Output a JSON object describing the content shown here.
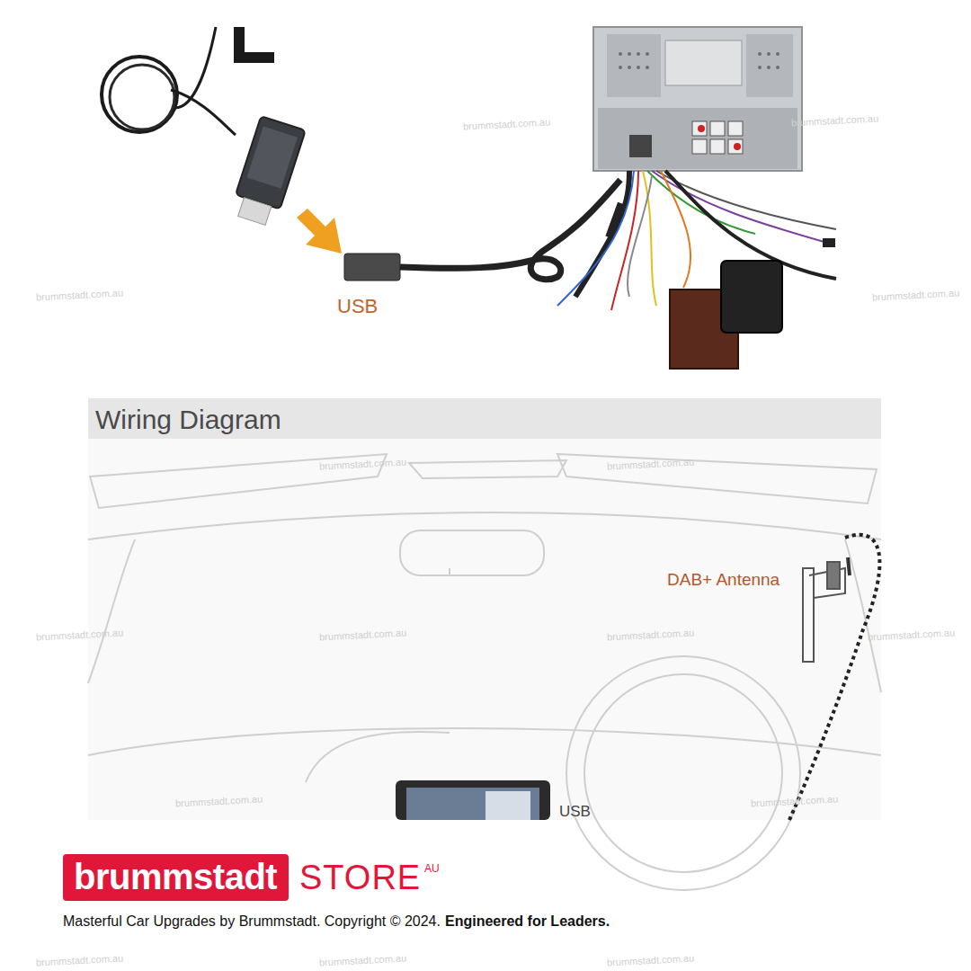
{
  "diagram": {
    "nodes": [
      {
        "text": [
          "Wiring Diagram"
        ]
      },
      {
        "text": [
          "brummstadt"
        ]
      }
    ],
    "labels": [
      "USB",
      "DAB+ Antenna",
      "USB",
      "STORE",
      "AU",
      "Masterful Car Upgrades by Brummstadt. Copyright © 2024.",
      "Engineered for Leaders.",
      "brummstadt.com.au",
      "brummstadt.com.au",
      "brummstadt.com.au",
      "brummstadt.com.au",
      "brummstadt.com.au",
      "brummstadt.com.au",
      "brummstadt.com.au",
      "brummstadt.com.au",
      "brummstadt.com.au",
      "brummstadt.com.au",
      "brummstadt.com.au",
      "brummstadt.com.au",
      "brummstadt.com.au",
      "brummstadt.com.au",
      "brummstadt.com.au"
    ]
  }
}
